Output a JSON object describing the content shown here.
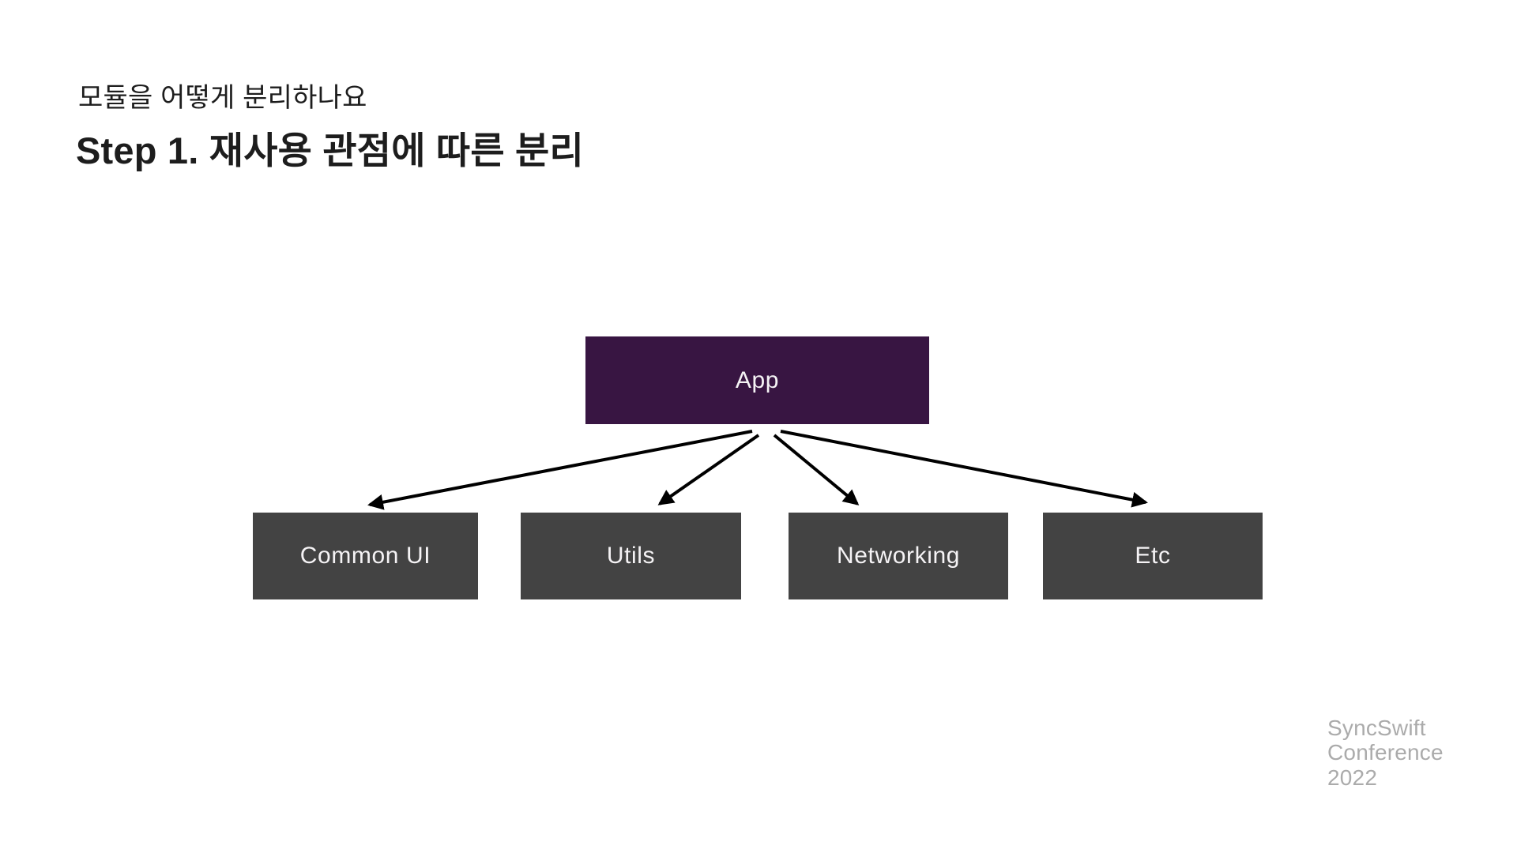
{
  "slide": {
    "kicker": "모듈을 어떻게 분리하나요",
    "title": "Step 1. 재사용 관점에 따른 분리"
  },
  "diagram": {
    "root": {
      "label": "App"
    },
    "children": [
      {
        "label": "Common UI"
      },
      {
        "label": "Utils"
      },
      {
        "label": "Networking"
      },
      {
        "label": "Etc"
      }
    ]
  },
  "watermark": {
    "line1": "SyncSwift",
    "line2": "Conference",
    "line3": "2022"
  },
  "colors": {
    "background": "#ffffff",
    "root_box": "#381542",
    "child_box": "#434343",
    "box_text": "#f5f3f5",
    "heading_text": "#1d1d1d",
    "arrow": "#000000",
    "watermark_text": "#ababab"
  }
}
